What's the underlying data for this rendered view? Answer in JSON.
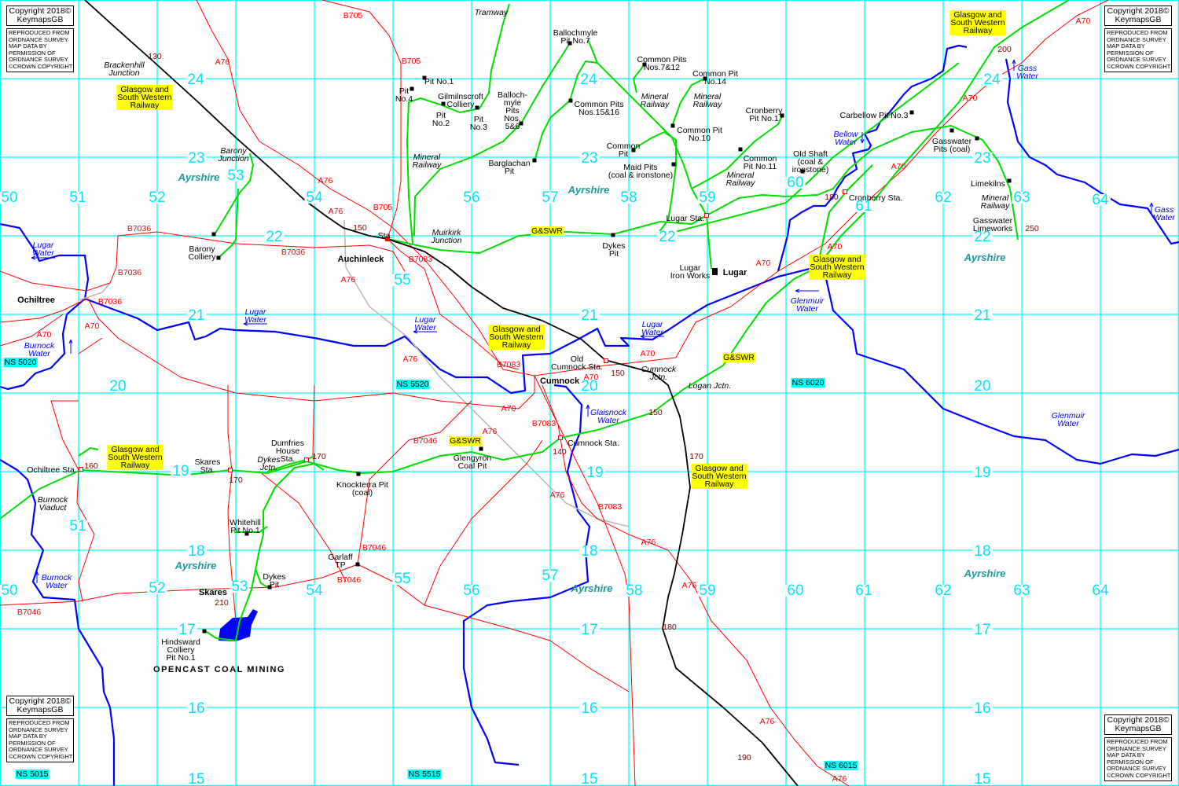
{
  "colors": {
    "grid": "#00ffff",
    "road": "#ff0000",
    "railway": "#000000",
    "mineral_railway": "#00dd00",
    "river": "#0000ff",
    "disused": "#bbbbbb",
    "label_box": "#ffff00",
    "county": "#1a9a9a"
  },
  "copyright": {
    "line1": "Copyright 2018©",
    "line2": "KeymapsGB",
    "notice": "REPRODUCED FROM\nORDNANCE SURVEY\nMAP DATA BY\nPERMISSION OF\nORDNANCE SURVEY\n©CROWN COPYRIGHT"
  },
  "labels": {
    "places": [
      "Ochiltree",
      "Auchinleck",
      "Cumnock",
      "Lugar",
      "Skares",
      "OPENCAST COAL MINING"
    ],
    "features": [
      "Pit No.1",
      "Pit\nNo.4",
      "Gilmilnscroft\nColliery",
      "Pit\nNo.2",
      "Pit\nNo.3",
      "Balloch-\nmyle\nPits\nNos.\n5&6",
      "Ballochmyle\nPit No.7",
      "Common Pits\nNos.7&12",
      "Common Pit\nNo.14",
      "Common Pits\nNos.15&16",
      "Cronberry\nPit No.1",
      "Common Pit\nNo.10",
      "Common\nPit",
      "Barglachan\nPit",
      "Common\nPit No.11",
      "Maid Pits\n(coal & ironstone)",
      "Lugar Sta.",
      "Dykes\nPit",
      "Lugar\nIron Works",
      "Carbellow Pit No.3",
      "Old Shaft\n(coal &\nironstone)",
      "Gasswater\nPits (coal)",
      "Limekilns",
      "Gasswater\nLimeworks",
      "Cronberry Sta.",
      "Barony\nColliery",
      "Sta.",
      "Old\nCumnock Sta.",
      "Cumnock Sta.",
      "Glengyron\nCoal Pit",
      "Ochiltree Sta.",
      "Skares\nSta.",
      "Dumfries\nHouse\nSta.",
      "Knockterra Pit\n(coal)",
      "Whitehill\nPit No.1",
      "Garlaff\nTP",
      "Dykes\nPit",
      "Hindsward\nColliery\nPit No.1"
    ],
    "junctions": [
      "Brackenhill\nJunction",
      "Barony\nJunction",
      "Tramway",
      "Mineral\nRailway",
      "Mineral\nRailway",
      "Mineral\nRailway",
      "Mineral\nRailway",
      "Muirkirk\nJunction",
      "Mineral\nRailway",
      "Cumnock\nJctn.",
      "Logan Jctn.",
      "Dykes\nJctn.",
      "Burnock\nViaduct"
    ],
    "roads": [
      "A76",
      "B705",
      "B705",
      "A76",
      "A76",
      "B705",
      "B7036",
      "B7036",
      "B7083",
      "A76",
      "B7036",
      "B7036",
      "A70",
      "A70",
      "A70",
      "A70",
      "A70",
      "A70",
      "A70",
      "A70",
      "A70",
      "B7083",
      "A76",
      "A70",
      "B7083",
      "A76",
      "B7046",
      "A76",
      "B7083",
      "A76",
      "B7046",
      "B7046",
      "A76",
      "B7046",
      "A76",
      "A76"
    ],
    "heights": [
      "130",
      "150",
      "150",
      "150",
      "160",
      "170",
      "170",
      "140",
      "170",
      "180",
      "200",
      "250",
      "210",
      "180",
      "190"
    ],
    "waters": [
      "Lugar\nWater",
      "Lugar\nWater",
      "Lugar\nWater",
      "Lugar\nWater",
      "Burnock\nWater",
      "Bellow\nWater",
      "Gass\nWater",
      "Gass\nWater",
      "Glenmuir\nWater",
      "Glaisnock\nWater",
      "Glenmuir\nWater",
      "Burnock\nWater"
    ],
    "counties": [
      "Ayrshire",
      "Ayrshire",
      "Ayrshire",
      "Ayrshire",
      "Ayrshire",
      "Ayrshire"
    ],
    "railways": [
      "Glasgow and\nSouth Western\nRailway",
      "Glasgow and\nSouth Western\nRailway",
      "Glasgow and\nSouth Western\nRailway",
      "Glasgow and\nSouth Western\nRailway",
      "Glasgow and\nSouth Western\nRailway",
      "Glasgow and\nSouth Western\nRailway",
      "G&SWR",
      "G&SWR",
      "G&SWR"
    ],
    "grid_refs": [
      "NS 5020",
      "NS 5520",
      "NS 6020",
      "NS 5015",
      "NS 5515",
      "NS 6015"
    ],
    "grid_numbers": [
      "50",
      "51",
      "52",
      "53",
      "54",
      "55",
      "56",
      "57",
      "58",
      "59",
      "60",
      "61",
      "62",
      "63",
      "64",
      "50",
      "51",
      "52",
      "53",
      "54",
      "55",
      "56",
      "57",
      "58",
      "59",
      "60",
      "61",
      "62",
      "63",
      "64",
      "24",
      "23",
      "22",
      "21",
      "20",
      "19",
      "18",
      "17",
      "16",
      "15",
      "24",
      "23",
      "22",
      "21",
      "20",
      "19",
      "18",
      "17",
      "16",
      "15",
      "24",
      "23",
      "22",
      "21",
      "20",
      "19",
      "18",
      "17",
      "16",
      "15"
    ]
  }
}
